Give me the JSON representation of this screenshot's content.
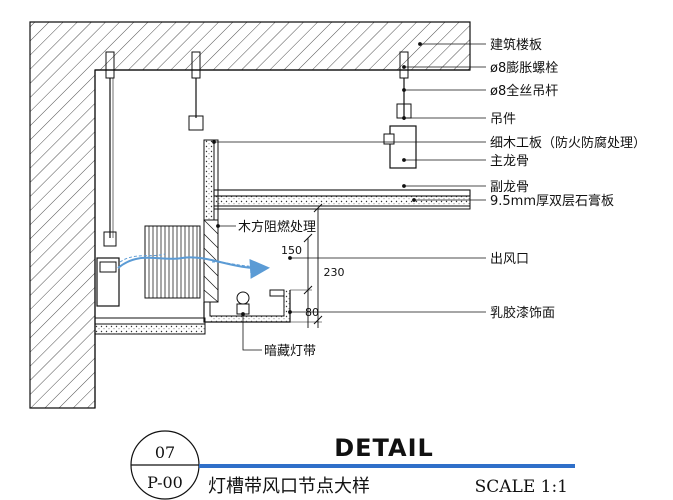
{
  "labels": {
    "floor_slab": "建筑楼板",
    "expansion_bolt": "ø8膨胀螺栓",
    "threaded_rod": "ø8全丝吊杆",
    "hanger": "吊件",
    "plywood": "细木工板（防火防腐处理）",
    "main_keel": "主龙骨",
    "sub_keel": "副龙骨",
    "gypsum_board": "9.5mm厚双层石膏板",
    "wood_fireproof": "木方阻燃处理",
    "air_outlet": "出风口",
    "latex_paint": "乳胶漆饰面",
    "hidden_light": "暗藏灯带"
  },
  "dimensions": {
    "d150": "150",
    "d230": "230",
    "d80": "80"
  },
  "title_block": {
    "number": "07",
    "sheet": "P-00",
    "heading": "DETAIL",
    "subtitle": "灯槽带风口节点大样",
    "scale": "SCALE 1:1"
  },
  "colors": {
    "line": "#111111",
    "title_underline": "#2f6fc9",
    "airflow": "#5b9bd5"
  }
}
